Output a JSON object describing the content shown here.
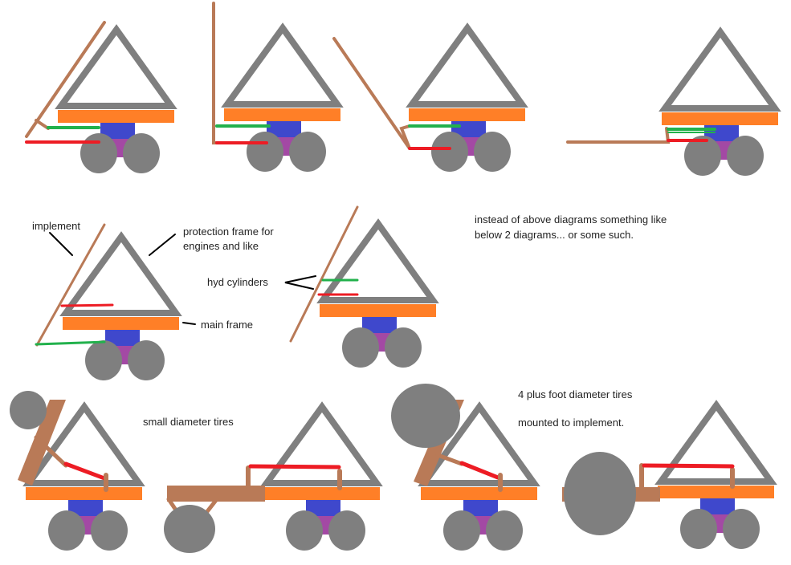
{
  "labels": {
    "implement": "implement",
    "protection_frame_1": "protection frame for",
    "protection_frame_2": "engines and like",
    "hyd_cylinders": "hyd cylinders",
    "main_frame": "main frame",
    "note_1": "instead of above diagrams something like",
    "note_2": "below 2 diagrams... or some such.",
    "small_tires": "small diameter tires",
    "big_tires": "4 plus foot diameter tires",
    "mounted": "mounted to implement."
  },
  "colors": {
    "frame": "#7f7f7f",
    "main_frame": "#ff7f27",
    "body": "#3f48cc",
    "axle": "#a349a4",
    "implement": "#b97a57",
    "red_cylinder": "#ed1c24",
    "green_cylinder": "#22b14c"
  }
}
